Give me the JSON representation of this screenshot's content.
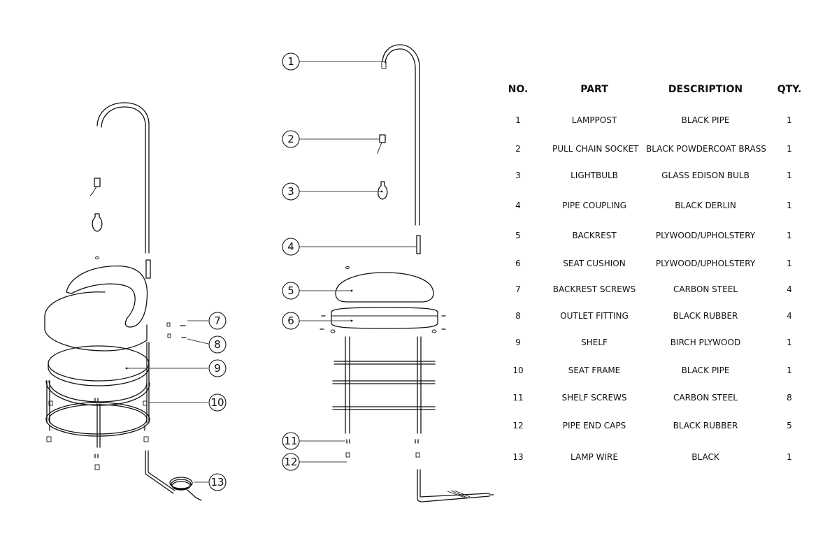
{
  "table": {
    "headers": {
      "no": "NO.",
      "part": "PART",
      "description": "DESCRIPTION",
      "qty": "QTY."
    },
    "rows": [
      {
        "no": "1",
        "part": "LAMPPOST",
        "description": "BLACK PIPE",
        "qty": "1"
      },
      {
        "no": "2",
        "part": "PULL CHAIN SOCKET",
        "description": "BLACK POWDERCOAT BRASS",
        "qty": "1"
      },
      {
        "no": "3",
        "part": "LIGHTBULB",
        "description": "GLASS EDISON BULB",
        "qty": "1"
      },
      {
        "no": "4",
        "part": "PIPE COUPLING",
        "description": "BLACK DERLIN",
        "qty": "1"
      },
      {
        "no": "5",
        "part": "BACKREST",
        "description": "PLYWOOD/UPHOLSTERY",
        "qty": "1"
      },
      {
        "no": "6",
        "part": "SEAT CUSHION",
        "description": "PLYWOOD/UPHOLSTERY",
        "qty": "1"
      },
      {
        "no": "7",
        "part": "BACKREST SCREWS",
        "description": "CARBON STEEL",
        "qty": "4"
      },
      {
        "no": "8",
        "part": "OUTLET FITTING",
        "description": "BLACK RUBBER",
        "qty": "4"
      },
      {
        "no": "9",
        "part": "SHELF",
        "description": "BIRCH PLYWOOD",
        "qty": "1"
      },
      {
        "no": "10",
        "part": "SEAT FRAME",
        "description": "BLACK PIPE",
        "qty": "1"
      },
      {
        "no": "11",
        "part": "SHELF SCREWS",
        "description": "CARBON STEEL",
        "qty": "8"
      },
      {
        "no": "12",
        "part": "PIPE END CAPS",
        "description": "BLACK RUBBER",
        "qty": "5"
      },
      {
        "no": "13",
        "part": "LAMP WIRE",
        "description": "BLACK",
        "qty": "1"
      }
    ]
  },
  "callouts": {
    "front": [
      "1",
      "2",
      "3",
      "4",
      "5",
      "6",
      "11",
      "12"
    ],
    "perspective": [
      "7",
      "8",
      "9",
      "10",
      "13"
    ]
  }
}
